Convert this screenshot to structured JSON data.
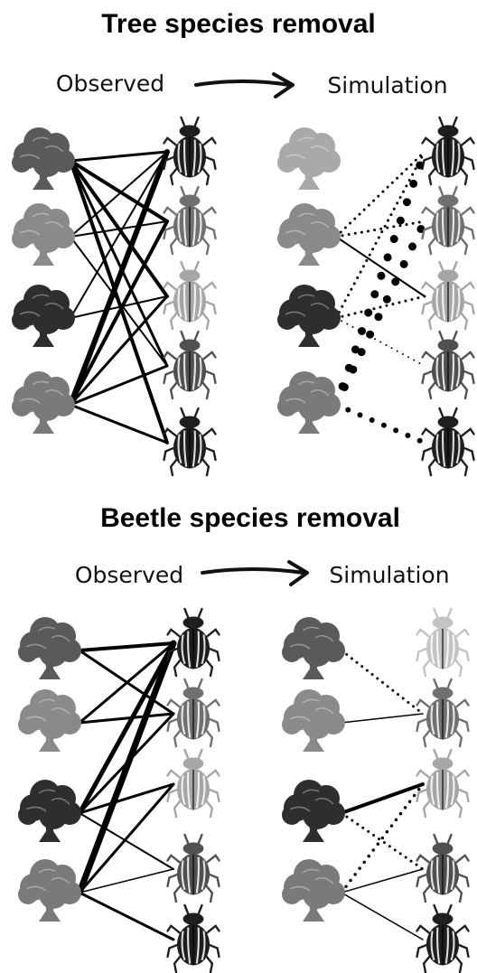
{
  "panels": [
    {
      "title": "Tree species removal",
      "observed_label": "Observed",
      "simulation_label": "Simulation",
      "observed_links": [
        {
          "tree": 0,
          "beetle": 0,
          "weight": 3
        },
        {
          "tree": 0,
          "beetle": 1,
          "weight": 4
        },
        {
          "tree": 0,
          "beetle": 2,
          "weight": 4
        },
        {
          "tree": 0,
          "beetle": 3,
          "weight": 3
        },
        {
          "tree": 0,
          "beetle": 4,
          "weight": 4
        },
        {
          "tree": 1,
          "beetle": 0,
          "weight": 2
        },
        {
          "tree": 1,
          "beetle": 1,
          "weight": 2
        },
        {
          "tree": 1,
          "beetle": 3,
          "weight": 2
        },
        {
          "tree": 2,
          "beetle": 0,
          "weight": 2
        },
        {
          "tree": 2,
          "beetle": 2,
          "weight": 2
        },
        {
          "tree": 3,
          "beetle": 0,
          "weight": 6
        },
        {
          "tree": 3,
          "beetle": 1,
          "weight": 4
        },
        {
          "tree": 3,
          "beetle": 2,
          "weight": 3
        },
        {
          "tree": 3,
          "beetle": 3,
          "weight": 3
        },
        {
          "tree": 3,
          "beetle": 4,
          "weight": 3
        }
      ],
      "simulation_faded": {
        "trees": [
          0
        ],
        "beetles": []
      },
      "simulation_links": [
        {
          "tree": 1,
          "beetle": 2,
          "weight": 2,
          "style": "solid"
        },
        {
          "tree": 1,
          "beetle": 0,
          "weight": 3,
          "style": "dotted"
        },
        {
          "tree": 1,
          "beetle": 1,
          "weight": 3,
          "style": "dotted"
        },
        {
          "tree": 2,
          "beetle": 0,
          "weight": 3,
          "style": "dotted"
        },
        {
          "tree": 2,
          "beetle": 2,
          "weight": 3,
          "style": "dotted"
        },
        {
          "tree": 2,
          "beetle": 3,
          "weight": 2,
          "style": "dotted"
        },
        {
          "tree": 3,
          "beetle": 0,
          "weight": 9,
          "style": "dotted"
        },
        {
          "tree": 3,
          "beetle": 1,
          "weight": 9,
          "style": "dotted"
        },
        {
          "tree": 3,
          "beetle": 4,
          "weight": 6,
          "style": "dotted"
        }
      ]
    },
    {
      "title": "Beetle species removal",
      "observed_label": "Observed",
      "simulation_label": "Simulation",
      "observed_links": [
        {
          "tree": 0,
          "beetle": 0,
          "weight": 4
        },
        {
          "tree": 0,
          "beetle": 1,
          "weight": 3
        },
        {
          "tree": 1,
          "beetle": 0,
          "weight": 3
        },
        {
          "tree": 1,
          "beetle": 1,
          "weight": 3
        },
        {
          "tree": 2,
          "beetle": 0,
          "weight": 5
        },
        {
          "tree": 2,
          "beetle": 1,
          "weight": 3
        },
        {
          "tree": 2,
          "beetle": 2,
          "weight": 3
        },
        {
          "tree": 2,
          "beetle": 3,
          "weight": 2
        },
        {
          "tree": 3,
          "beetle": 0,
          "weight": 7
        },
        {
          "tree": 3,
          "beetle": 2,
          "weight": 3
        },
        {
          "tree": 3,
          "beetle": 3,
          "weight": 1.5
        },
        {
          "tree": 3,
          "beetle": 4,
          "weight": 3
        }
      ],
      "simulation_faded": {
        "trees": [],
        "beetles": [
          0
        ]
      },
      "simulation_links": [
        {
          "tree": 0,
          "beetle": 1,
          "weight": 3,
          "style": "dotted"
        },
        {
          "tree": 1,
          "beetle": 1,
          "weight": 1.5,
          "style": "solid"
        },
        {
          "tree": 2,
          "beetle": 2,
          "weight": 4,
          "style": "solid"
        },
        {
          "tree": 2,
          "beetle": 3,
          "weight": 3,
          "style": "dotted"
        },
        {
          "tree": 3,
          "beetle": 2,
          "weight": 3.5,
          "style": "dotted"
        },
        {
          "tree": 3,
          "beetle": 3,
          "weight": 1.5,
          "style": "solid"
        },
        {
          "tree": 3,
          "beetle": 4,
          "weight": 1.5,
          "style": "solid"
        }
      ]
    }
  ]
}
